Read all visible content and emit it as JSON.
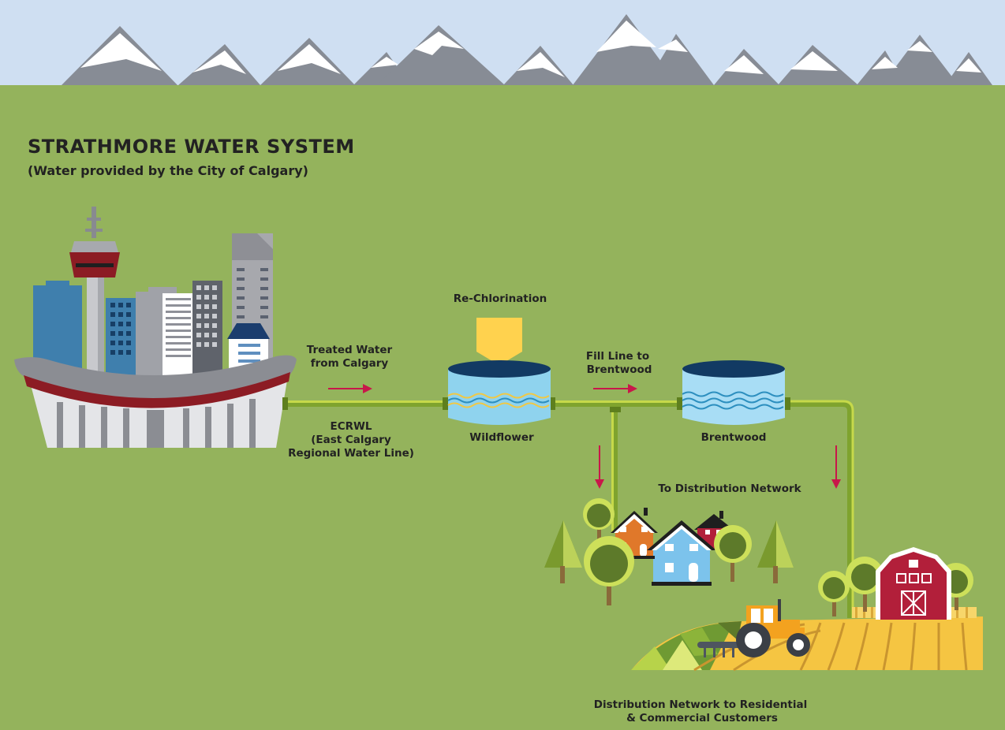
{
  "title": "STRATHMORE WATER SYSTEM",
  "subtitle": "(Water provided by the City of Calgary)",
  "labels": {
    "treated_water_1": "Treated Water",
    "treated_water_2": "from Calgary",
    "ecrwl_1": "ECRWL",
    "ecrwl_2": "(East Calgary",
    "ecrwl_3": "Regional Water Line)",
    "rechlorination": "Re-Chlorination",
    "wildflower": "Wildflower",
    "fill_line_1": "Fill Line to",
    "fill_line_2": "Brentwood",
    "brentwood": "Brentwood",
    "to_distribution": "To Distribution Network",
    "distribution_1": "Distribution Network to Residential",
    "distribution_2": "& Commercial Customers"
  },
  "colors": {
    "sky": "#cfdff2",
    "grass": "#94b35c",
    "mountain": "#878c95",
    "snow": "#ffffff",
    "pipe": "#7fa32e",
    "pipe_highlight": "#c6d94a",
    "arrow": "#c8174a",
    "tank_dark": "#123a63",
    "tank_water": "#8fd3ee",
    "chlorine": "#ffd24e",
    "barn": "#b21f3a",
    "field": "#f5c542"
  },
  "icons": {
    "city": "city-skyline-icon",
    "chlorine": "chlorine-feeder-icon",
    "tank": "water-tank-icon",
    "houses": "houses-icon",
    "barn": "barn-icon",
    "tractor": "tractor-icon",
    "tree": "tree-icon"
  }
}
